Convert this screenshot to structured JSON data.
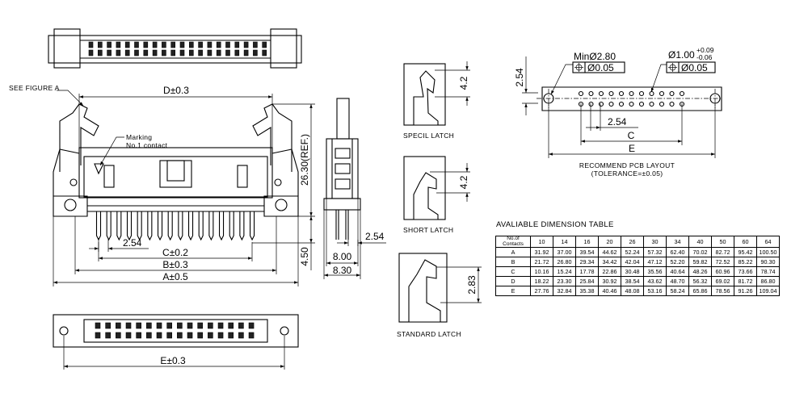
{
  "labels": {
    "see_figure": "SEE FIGURE A",
    "marking": "Marking",
    "no1_contact": "No.1 contact",
    "specil_latch": "SPECIL  LATCH",
    "short_latch": "SHORT  LATCH",
    "standard_latch": "STANDARD  LATCH",
    "pcb_layout": "RECOMMEND PCB LAYOUT",
    "tolerance": "(TOLERANCE=±0.05)",
    "table_title": "AVALIABLE  DIMENSION  TABLE"
  },
  "dimensions": {
    "d": "D±0.3",
    "c": "C±0.2",
    "b": "B±0.3",
    "a": "A±0.5",
    "e": "E±0.3",
    "pitch": "2.54",
    "height_ref": "26.30(REF.)",
    "pin_len": "4.50",
    "pin_pitch_side": "2.54",
    "w8": "8.00",
    "w830": "8.30",
    "latch_42a": "4.2",
    "latch_42b": "4.2",
    "latch_283": "2.83",
    "pcb_254_v": "2.54",
    "pcb_min": "MinØ2.80",
    "pcb_tol_left": "Ø0.05",
    "pcb_hole_base": "Ø1.00",
    "pcb_hole_plus": "+0.09",
    "pcb_hole_minus": "-0.06",
    "pcb_tol_right": "Ø0.05",
    "pcb_pitch": "2.54",
    "pcb_c": "C",
    "pcb_e": "E"
  },
  "table": {
    "header_label": [
      "No.of",
      "Contacts"
    ],
    "contacts": [
      "10",
      "14",
      "16",
      "20",
      "26",
      "30",
      "34",
      "40",
      "50",
      "60",
      "64"
    ],
    "rows": [
      {
        "label": "A",
        "values": [
          "31.92",
          "37.00",
          "39.54",
          "44.62",
          "52.24",
          "57.32",
          "62.40",
          "70.02",
          "82.72",
          "95.42",
          "100.50"
        ]
      },
      {
        "label": "B",
        "values": [
          "21.72",
          "26.80",
          "29.34",
          "34.42",
          "42.04",
          "47.12",
          "52.20",
          "59.82",
          "72.52",
          "85.22",
          "90.30"
        ]
      },
      {
        "label": "C",
        "values": [
          "10.16",
          "15.24",
          "17.78",
          "22.86",
          "30.48",
          "35.56",
          "40.64",
          "48.26",
          "60.96",
          "73.66",
          "78.74"
        ]
      },
      {
        "label": "D",
        "values": [
          "18.22",
          "23.30",
          "25.84",
          "30.92",
          "38.54",
          "43.62",
          "48.70",
          "56.32",
          "69.02",
          "81.72",
          "86.80"
        ]
      },
      {
        "label": "E",
        "values": [
          "27.76",
          "32.84",
          "35.38",
          "40.46",
          "48.08",
          "53.16",
          "58.24",
          "65.86",
          "78.56",
          "91.26",
          "109.04"
        ]
      }
    ]
  }
}
